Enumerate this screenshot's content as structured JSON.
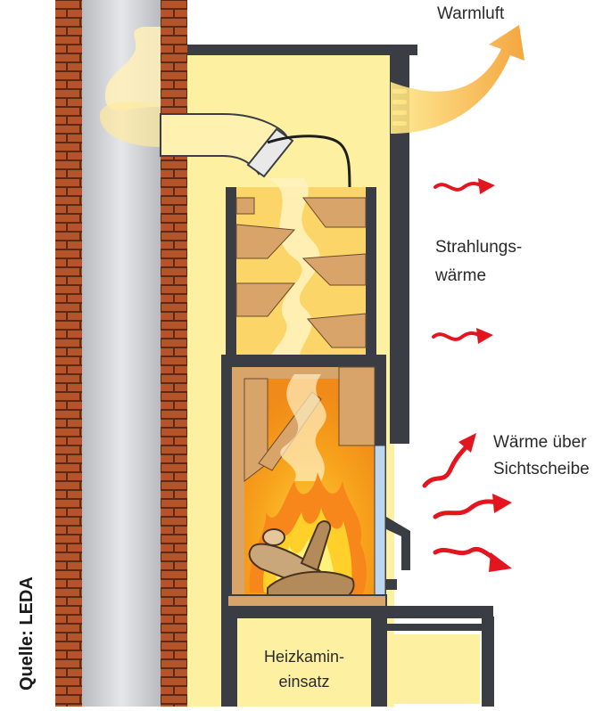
{
  "labels": {
    "warm_air": "Warmluft",
    "radiant_heat_line1": "Strahlungs-",
    "radiant_heat_line2": "wärme",
    "glass_heat_line1": "Wärme über",
    "glass_heat_line2": "Sichtscheibe",
    "insert_line1": "Heizkamin-",
    "insert_line2": "einsatz",
    "source": "Quelle: LEDA"
  },
  "colors": {
    "brick": "#b5532a",
    "mortar": "#5a2a14",
    "flue_gray": "#cfd0d4",
    "wall_yellow": "#fdf0a0",
    "cladding": "#3a3e44",
    "firebrick": "#d9a46a",
    "fire_orange": "#f5a31c",
    "flame_yellow": "#ffe23a",
    "arrow_red": "#e3151f",
    "warm_air_orange": "#f39c2a"
  }
}
